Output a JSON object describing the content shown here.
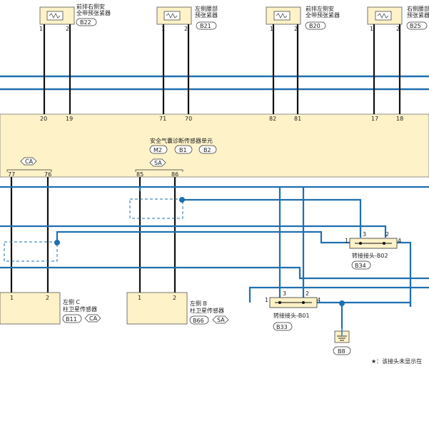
{
  "components": {
    "pretensioner_fr": {
      "label1": "前排右侧安",
      "label2": "全带预张紧器",
      "ref": "B22",
      "pin1": "1",
      "pin2": "2"
    },
    "pretensioner_fl": {
      "label1": "左侧腰部",
      "label2": "预张紧器",
      "ref": "B21",
      "pin1": "1",
      "pin2": "2"
    },
    "pretensioner_fl2": {
      "label1": "前排左侧安",
      "label2": "全带预张紧器",
      "ref": "B20",
      "pin1": "1",
      "pin2": "2"
    },
    "pretensioner_r": {
      "label1": "右侧腰部",
      "label2": "预张紧器",
      "ref": "B25",
      "pin1": "1",
      "pin2": "2"
    }
  },
  "unit": {
    "title": "安全气囊诊断传感器单元",
    "refs": [
      "M2",
      "B1",
      "B2"
    ],
    "pins_top": [
      "20",
      "19",
      "71",
      "70",
      "82",
      "81",
      "17",
      "18"
    ],
    "conn_ca": "CA",
    "conn_sa": "SA",
    "pins_bottom": [
      "77",
      "76",
      "85",
      "86"
    ]
  },
  "sensors": {
    "c_pillar": {
      "label1": "左侧 C",
      "label2": "柱卫星传感器",
      "ref": "B11",
      "conn": "CA",
      "pin1": "1",
      "pin2": "2"
    },
    "b_pillar": {
      "label1": "左侧 B",
      "label2": "柱卫星传感器",
      "ref": "B66",
      "conn": "SA",
      "pin1": "1",
      "pin2": "2"
    }
  },
  "joints": {
    "b02": {
      "label": "转接接头-B02",
      "ref": "B34",
      "pins": [
        "1",
        "3",
        "2",
        "4"
      ]
    },
    "b01": {
      "label": "转接接头-B01",
      "ref": "B33",
      "pins": [
        "1",
        "3",
        "2",
        "4"
      ]
    }
  },
  "ground": {
    "ref": "B8"
  },
  "note": "★：该接头未显示在",
  "colors": {
    "wire_blue": "#1f6fb0",
    "wire_black": "#111111",
    "fill_yellow": "#fdf2c8"
  }
}
